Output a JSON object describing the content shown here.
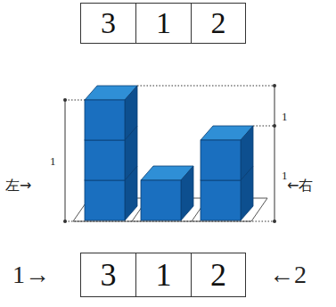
{
  "diagram": {
    "nodes": [
      {
        "text": [
          "3"
        ]
      },
      {
        "text": [
          "1"
        ]
      },
      {
        "text": [
          "2"
        ]
      },
      {
        "text": [
          "3"
        ]
      },
      {
        "text": [
          "1"
        ]
      },
      {
        "text": [
          "2"
        ]
      }
    ],
    "labels": [
      "1",
      "左→",
      "1",
      "1",
      "←右",
      "1→",
      "←2"
    ]
  }
}
